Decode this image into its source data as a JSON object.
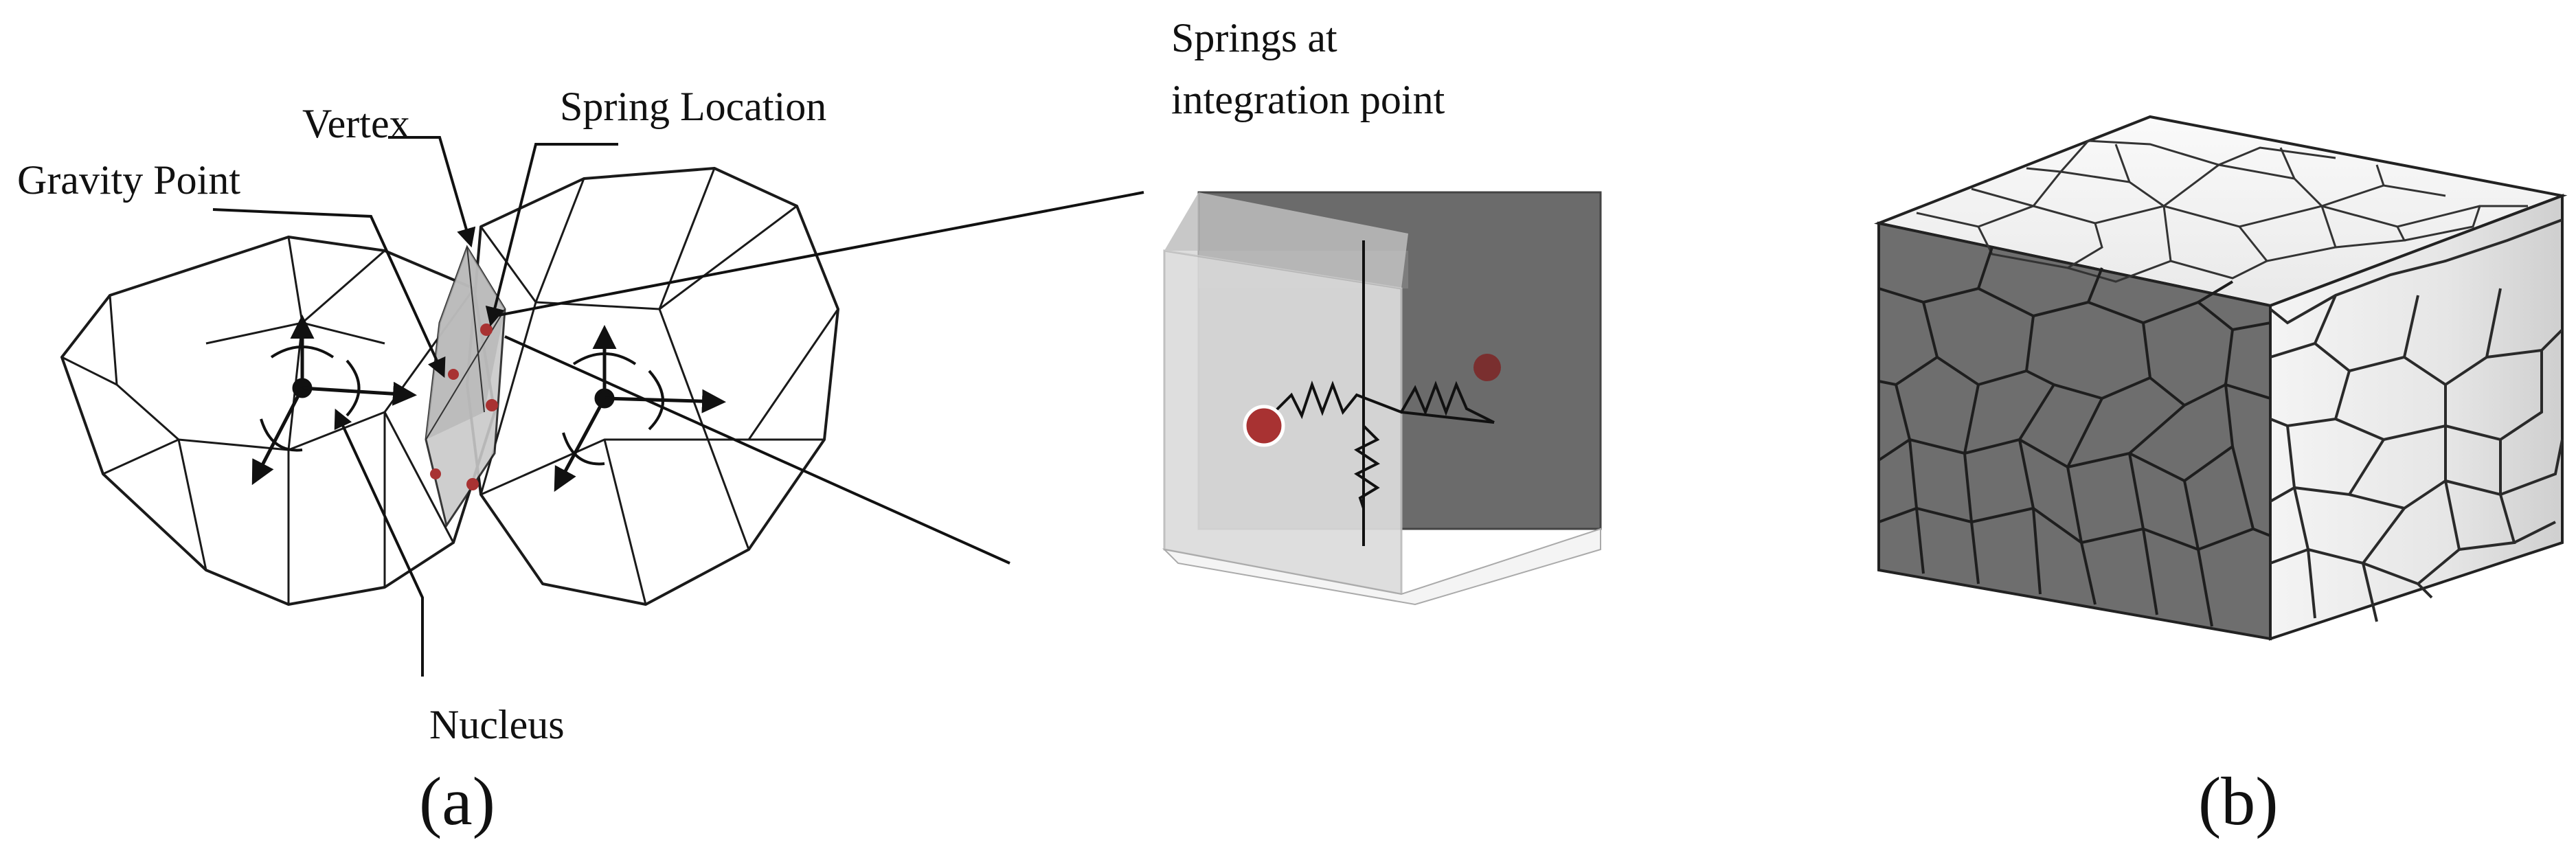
{
  "figure": {
    "labels": {
      "vertex": "Vertex",
      "spring_location": "Spring Location",
      "gravity_point": "Gravity Point",
      "nucleus": "Nucleus",
      "springs_line1": "Springs at",
      "springs_line2": "integration point"
    },
    "panels": {
      "a": "(a)",
      "b": "(b)"
    }
  },
  "colors": {
    "line": "#1a1a1a",
    "particle": "#a83232",
    "cube_dark": "#6b6b6b",
    "cube_light": "#dcdcdc",
    "grain_dark": "#6e6e6e",
    "grain_light": "#f2f2f2"
  }
}
